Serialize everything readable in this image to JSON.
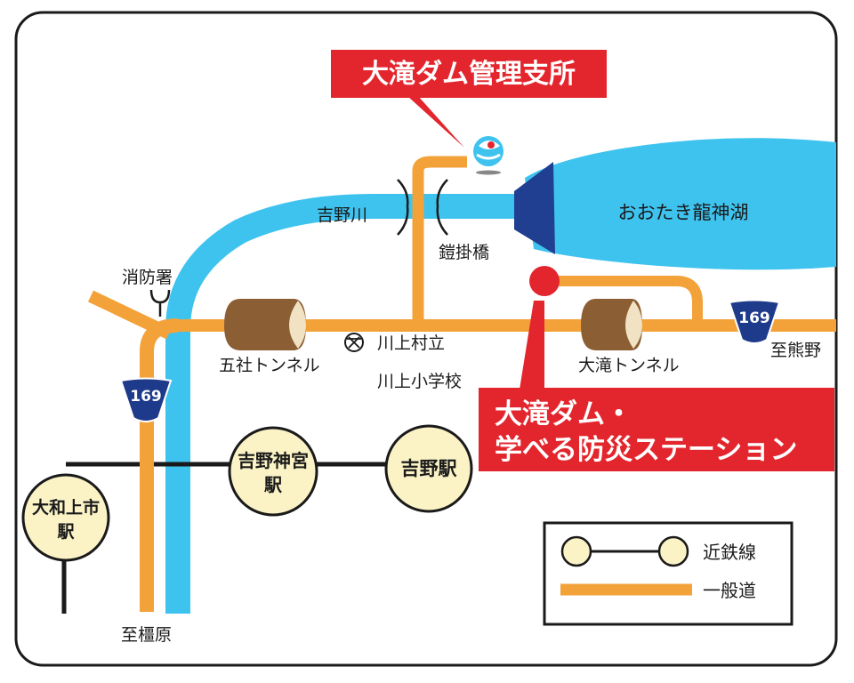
{
  "map": {
    "callouts": {
      "dam_office": "大滝ダム管理支所",
      "station_line1": "大滝ダム・",
      "station_line2": "学べる防災ステーション"
    },
    "water": {
      "river": "吉野川",
      "lake": "おおたき龍神湖"
    },
    "places": {
      "bridge": "鎧掛橋",
      "fire_station": "消防署",
      "school_line1": "川上村立",
      "school_line2": "川上小学校",
      "tunnel_west": "五社トンネル",
      "tunnel_east": "大滝トンネル",
      "to_kumano": "至熊野",
      "to_kashihara": "至橿原"
    },
    "route_shields": [
      "169",
      "169"
    ],
    "stations": {
      "yoshino_jingu_1": "吉野神宮",
      "yoshino_jingu_2": "駅",
      "yoshino": "吉野駅",
      "yamato_kamiichi_1": "大和上市",
      "yamato_kamiichi_2": "駅"
    },
    "legend": {
      "rail": "近鉄線",
      "road": "一般道"
    },
    "colors": {
      "road": "#f3a239",
      "river": "#3ec3ef",
      "callout": "#e3262d",
      "dam": "#213f91",
      "tunnel": "#8c5e33",
      "station_fill": "#fbf3c6",
      "shield": "#1e3a8a"
    }
  }
}
